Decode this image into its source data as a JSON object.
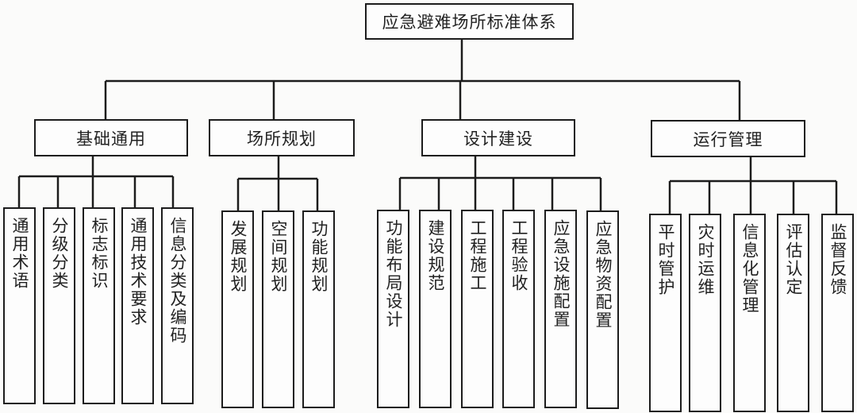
{
  "root": {
    "label": "应急避难场所标准体系"
  },
  "categories": [
    {
      "label": "基础通用",
      "children": [
        "通用术语",
        "分级分类",
        "标志标识",
        "通用技术要求",
        "信息分类及编码"
      ]
    },
    {
      "label": "场所规划",
      "children": [
        "发展规划",
        "空间规划",
        "功能规划"
      ]
    },
    {
      "label": "设计建设",
      "children": [
        "功能布局设计",
        "建设规范",
        "工程施工",
        "工程验收",
        "应急设施配置",
        "应急物资配置"
      ]
    },
    {
      "label": "运行管理",
      "children": [
        "平时管护",
        "灾时运维",
        "信息化管理",
        "评估认定",
        "监督反馈"
      ]
    }
  ],
  "colors": {
    "line": "#1c1c1c",
    "background": "#fbfbfa"
  }
}
